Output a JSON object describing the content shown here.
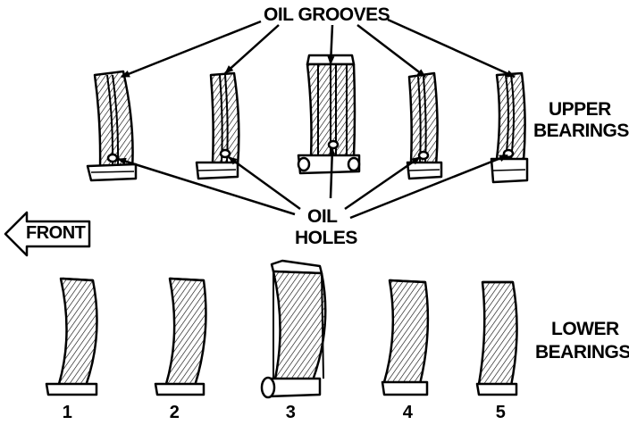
{
  "labels": {
    "oil_grooves": "OIL GROOVES",
    "oil": "OIL",
    "holes": "HOLES",
    "front": "FRONT",
    "upper_line1": "UPPER",
    "upper_line2": "BEARINGS",
    "lower_line1": "LOWER",
    "lower_line2": "BEARINGS"
  },
  "bearing_numbers": [
    "1",
    "2",
    "3",
    "4",
    "5"
  ]
}
